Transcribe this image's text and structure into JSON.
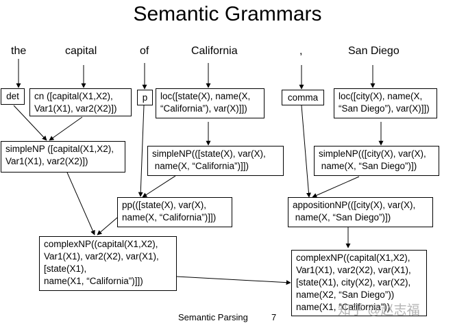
{
  "title": "Semantic Grammars",
  "words": [
    "the",
    "capital",
    "of",
    "California",
    ",",
    "San Diego"
  ],
  "boxes": {
    "det": "det",
    "cn": "cn ([capital(X1,X2),\nVar1(X1), var2(X2)])",
    "p": "p",
    "loc_ca": "loc([state(X), name(X,\n“California”), var(X)]])",
    "comma": "comma",
    "loc_sd": "loc([city(X), name(X,\n“San Diego”), var(X)]])",
    "simpleNP_capital": "simpleNP ([capital(X1,X2),\nVar1(X1), var2(X2)])",
    "simpleNP_ca": "simpleNP(([state(X), var(X),\n name(X, “California”)]])",
    "simpleNP_sd": "simpleNP(([city(X), var(X),\n name(X, “San Diego”)])",
    "pp": "pp(([state(X), var(X),\nname(X, “California”)]])",
    "appositionNP": "appositionNP(([city(X), var(X),\n name(X, “San Diego”)])",
    "complexNP_left": "complexNP((capital(X1,X2),\nVar1(X1), var2(X2), var(X1),\n[state(X1),\nname(X1, “California”)]])",
    "complexNP_right": "complexNP((capital(X1,X2),\nVar1(X1), var2(X2), var(X1),\n[state(X1), city(X2), var(X2),\nname(X2, “San Diego”))\nname(X1, “California”))"
  },
  "footer": {
    "text": "Semantic Parsing",
    "page": "7"
  },
  "watermark": "知乎 @赵志福"
}
